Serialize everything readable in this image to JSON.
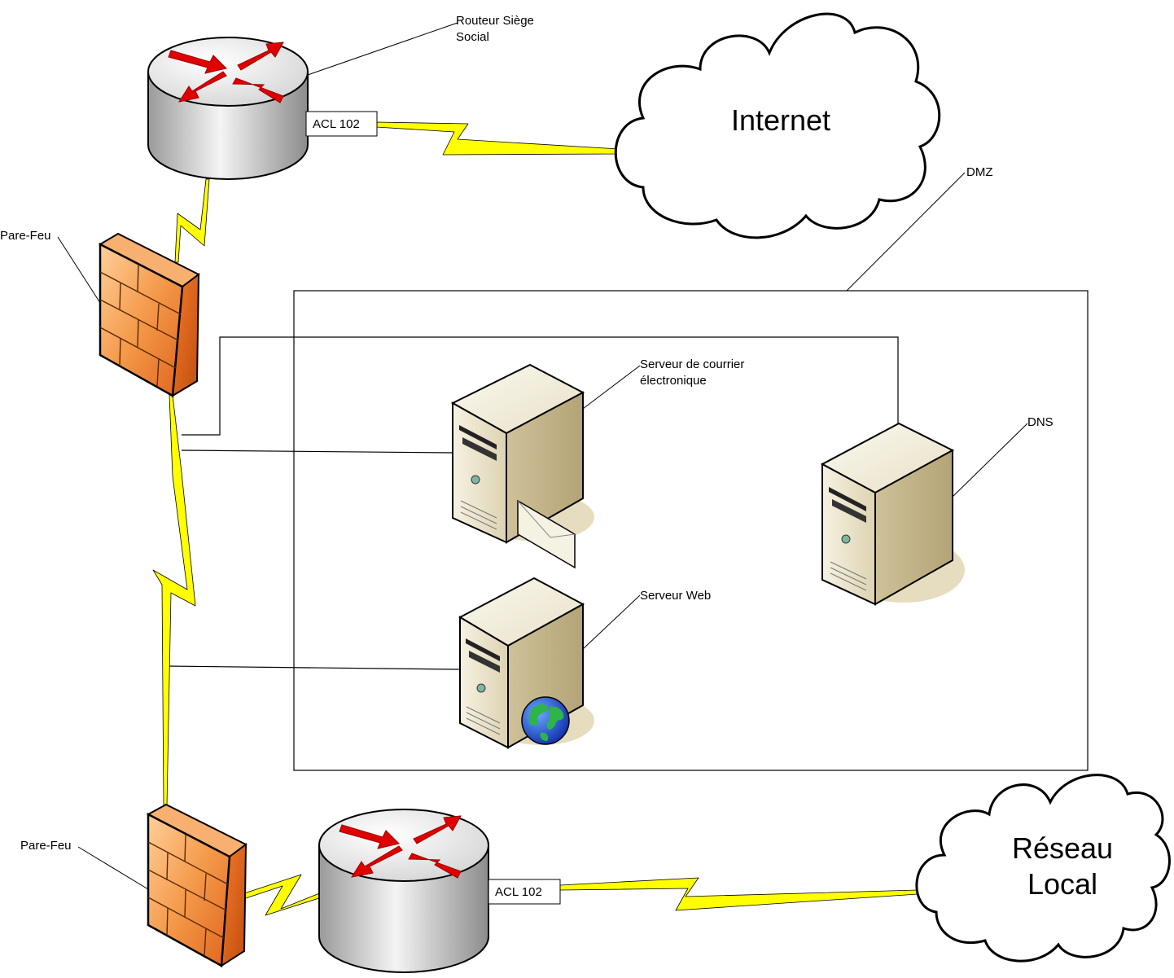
{
  "labels": {
    "router_hq_line1": "Routeur Siège",
    "router_hq_line2": "Social",
    "firewall_top": "Pare-Feu",
    "firewall_bottom": "Pare-Feu",
    "acl_top": "ACL 102",
    "acl_bottom": "ACL 102",
    "dmz": "DMZ",
    "mail_server_line1": "Serveur de courrier",
    "mail_server_line2": "électronique",
    "dns": "DNS",
    "web_server": "Serveur Web"
  },
  "clouds": {
    "internet": "Internet",
    "lan_line1": "Réseau",
    "lan_line2": "Local"
  },
  "colors": {
    "lightning": "#ffff00",
    "firewall": "#f07a2a",
    "router_arrow": "#e00000",
    "server_body": "#e9e2c8"
  }
}
